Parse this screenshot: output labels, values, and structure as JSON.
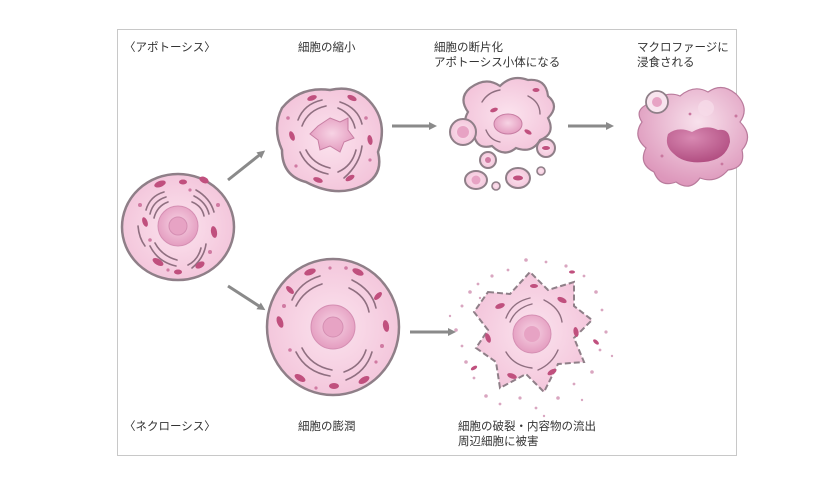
{
  "labels": {
    "apoptosis_heading": "〈アポトーシス〉",
    "shrink": "細胞の縮小",
    "fragment_line1": "細胞の断片化",
    "fragment_line2": "アポトーシス小体になる",
    "macrophage_line1": "マクロファージに",
    "macrophage_line2": "浸食される",
    "necrosis_heading": "〈ネクローシス〉",
    "swelling": "細胞の膨潤",
    "rupture_line1": "細胞の破裂・内容物の流出",
    "rupture_line2": "周辺細胞に被害"
  },
  "colors": {
    "cell_fill": "#f6cde0",
    "cell_outline": "#8f7f88",
    "nucleus": "#e9a8c6",
    "organelle": "#c0507e",
    "er": "#8f6f80",
    "arrow": "#8a8a8a",
    "macrophage": "#e3a3c3",
    "macrophage_nucleus": "#bd5a8b",
    "frame": "#c8c8c8"
  }
}
